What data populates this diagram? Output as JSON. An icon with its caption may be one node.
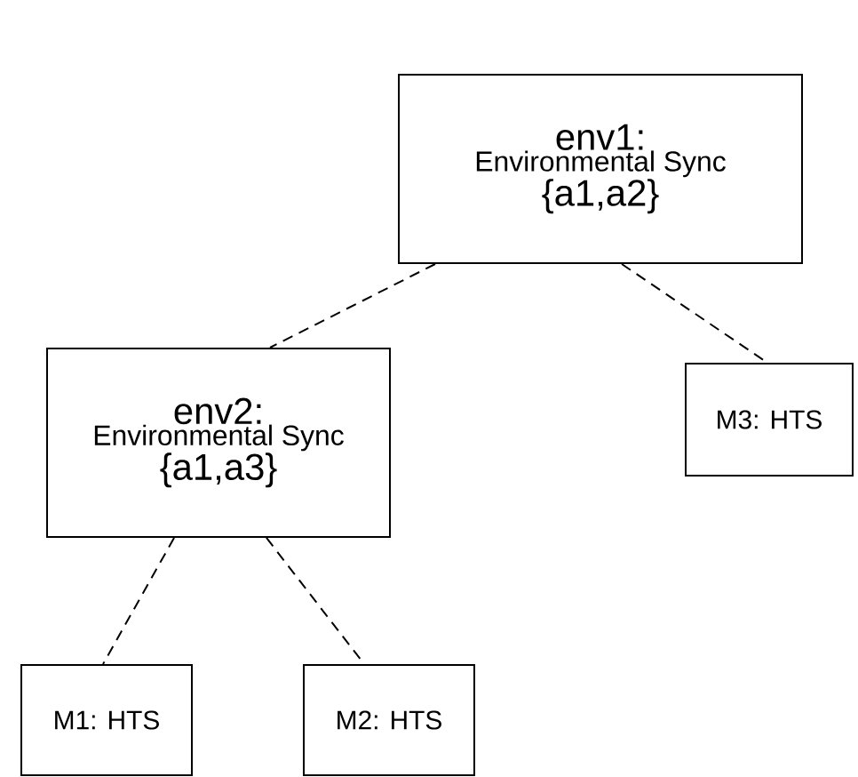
{
  "diagram": {
    "nodes": [
      {
        "text": [
          "env1:",
          "Environmental Sync",
          "{a1,a2}"
        ]
      },
      {
        "text": [
          "env2:",
          "Environmental Sync",
          "{a1,a3}"
        ]
      },
      {
        "text": [
          "M3: HTS"
        ]
      },
      {
        "text": [
          "M1: HTS"
        ]
      },
      {
        "text": [
          "M2: HTS"
        ]
      }
    ],
    "edges": [
      {
        "from": 0,
        "to": 1,
        "arrow": "none",
        "style": "dashed"
      },
      {
        "from": 0,
        "to": 2,
        "arrow": "none",
        "style": "dashed"
      },
      {
        "from": 1,
        "to": 3,
        "arrow": "none",
        "style": "dashed"
      },
      {
        "from": 1,
        "to": 4,
        "arrow": "none",
        "style": "dashed"
      }
    ]
  }
}
